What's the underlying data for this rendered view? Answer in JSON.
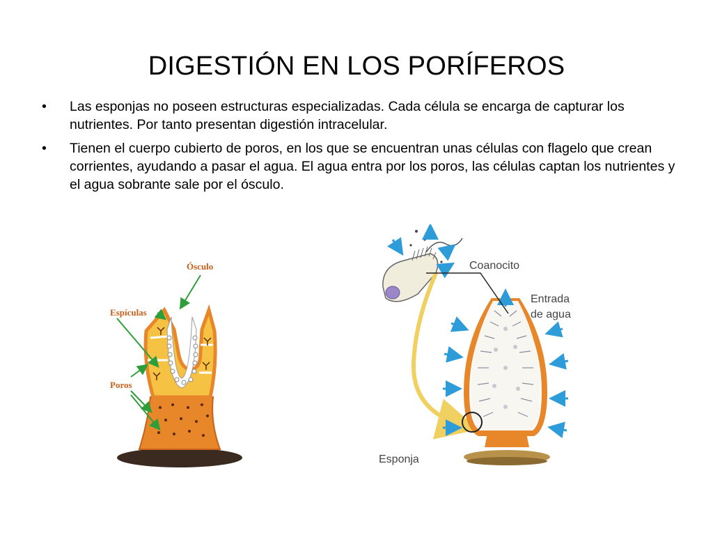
{
  "slide": {
    "title": "DIGESTIÓN EN LOS PORÍFEROS",
    "bullets": [
      "Las esponjas no poseen estructuras especializadas. Cada célula se encarga de capturar los nutrientes. Por tanto presentan digestión intracelular.",
      "Tienen el cuerpo cubierto de poros, en los que se encuentran unas células con flagelo que crean corrientes, ayudando a pasar el agua. El agua entra por los poros, las células captan los nutrientes y el agua sobrante sale por el ósculo."
    ],
    "bullet_symbol": "•"
  },
  "left_diagram": {
    "labels": {
      "osculo": "Ósculo",
      "espiculas": "Espículas",
      "poros": "Poros"
    }
  },
  "right_diagram": {
    "labels": {
      "coanocito": "Coanocito",
      "entrada_line1": "Entrada",
      "entrada_line2": "de agua",
      "esponja": "Esponja"
    }
  },
  "colors": {
    "orange": "#E8862A",
    "orange_dark": "#C8601A",
    "yellow": "#F6C244",
    "arrow_green": "#2E9E3A",
    "arrow_blue": "#2E9CD8",
    "soil": "#3A2A20"
  }
}
